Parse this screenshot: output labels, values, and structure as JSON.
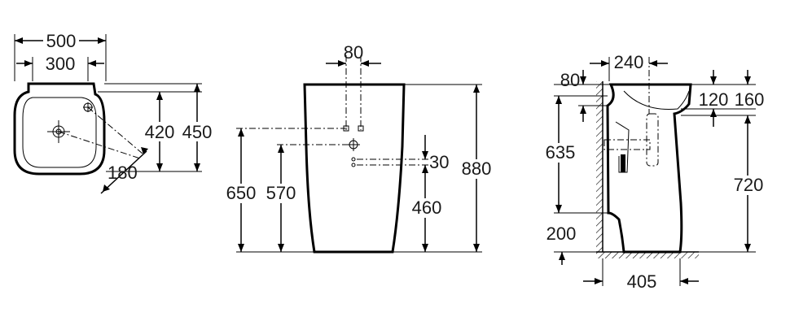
{
  "top_view": {
    "width_outer": "500",
    "width_inner": "300",
    "depth_inner": "420",
    "depth_outer": "450",
    "diagonal": "180"
  },
  "front_view": {
    "spacing": "80",
    "h_650": "650",
    "h_570": "570",
    "offset_30": "30",
    "h_460": "460",
    "h_880": "880"
  },
  "side_view": {
    "depth_240": "240",
    "top_80": "80",
    "h_120": "120",
    "h_160": "160",
    "h_635": "635",
    "h_720": "720",
    "h_200": "200",
    "depth_405": "405"
  }
}
